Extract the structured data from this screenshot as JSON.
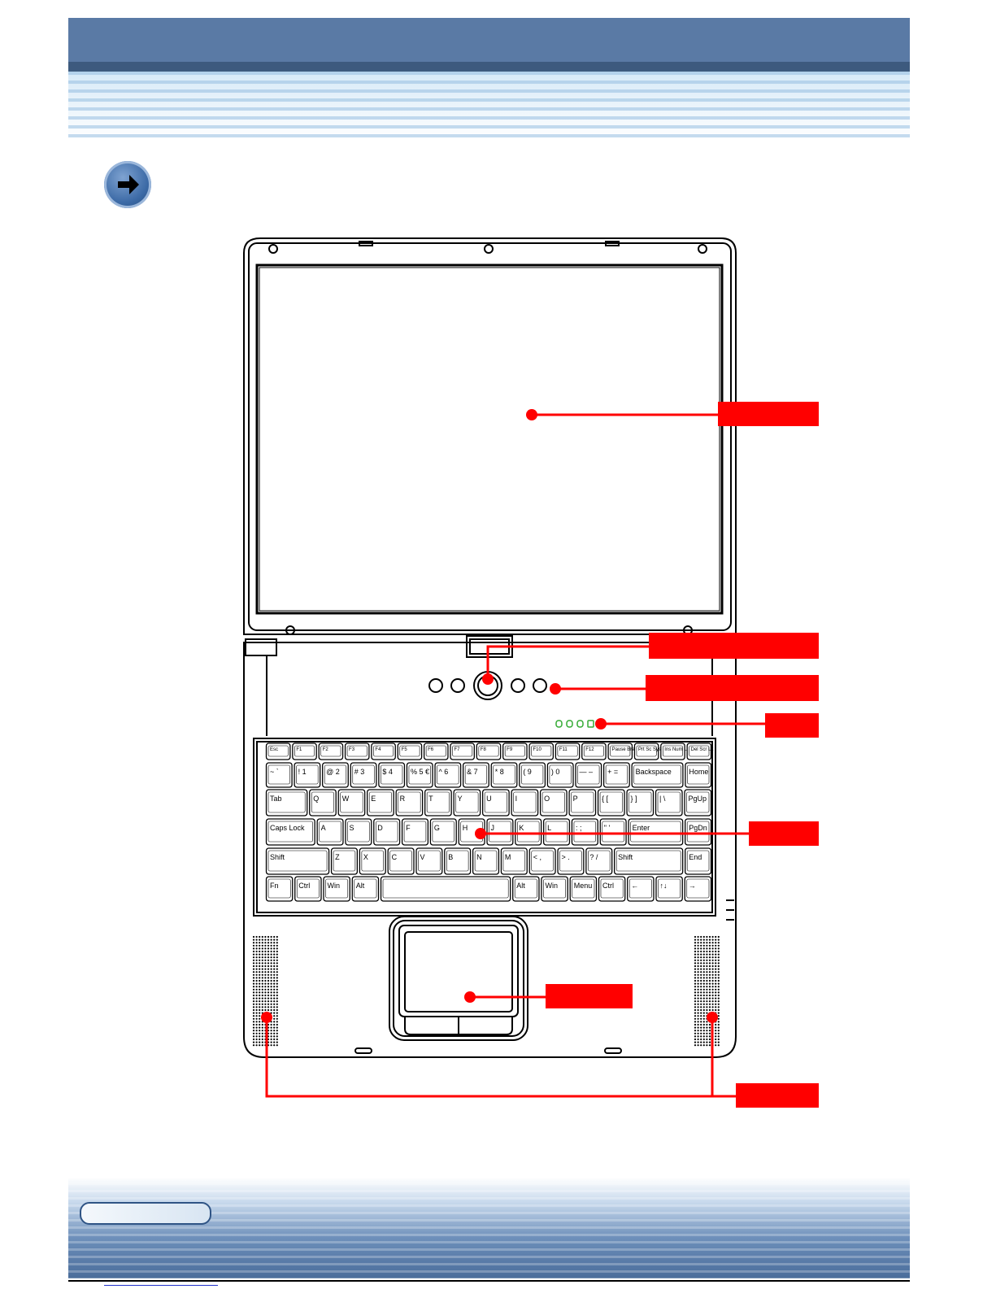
{
  "header": {
    "bar_color": "#5a7aa5"
  },
  "callouts": [
    {
      "name": "display-panel-callout"
    },
    {
      "name": "power-button-callout"
    },
    {
      "name": "quick-launch-buttons-callout"
    },
    {
      "name": "status-indicators-callout"
    },
    {
      "name": "keyboard-callout"
    },
    {
      "name": "touchpad-callout"
    },
    {
      "name": "speakers-callout"
    }
  ],
  "keyboard": {
    "rows": [
      [
        "Esc",
        "F1",
        "F2",
        "F3",
        "F4",
        "F5",
        "F6",
        "F7",
        "F8",
        "F9",
        "F10",
        "F11",
        "F12",
        "Pause Break",
        "Prt Sc SysRq",
        "Ins Num Lk",
        "Del Scr Lk"
      ],
      [
        "~ `",
        "! 1",
        "@ 2",
        "# 3",
        "$ 4",
        "% 5 €",
        "^ 6",
        "& 7",
        "* 8",
        "( 9",
        ") 0",
        "— –",
        "+ =",
        "Backspace",
        "Home"
      ],
      [
        "Tab",
        "Q",
        "W",
        "E",
        "R",
        "T",
        "Y",
        "U",
        "I",
        "O",
        "P",
        "{ [",
        "} ]",
        "| \\",
        "PgUp"
      ],
      [
        "Caps Lock",
        "A",
        "S",
        "D",
        "F",
        "G",
        "H",
        "J",
        "K",
        "L",
        ": ;",
        "\" '",
        "Enter",
        "PgDn"
      ],
      [
        "Shift",
        "Z",
        "X",
        "C",
        "V",
        "B",
        "N",
        "M",
        "< ,",
        "> .",
        "? /",
        "Shift",
        "End"
      ],
      [
        "Fn",
        "Ctrl",
        "Win",
        "Alt",
        "",
        "Alt",
        "Win",
        "Menu",
        "Ctrl",
        "←",
        "↑↓",
        "→"
      ]
    ]
  },
  "colors": {
    "callout": "#ff0000",
    "indicator": "#33aa33"
  }
}
